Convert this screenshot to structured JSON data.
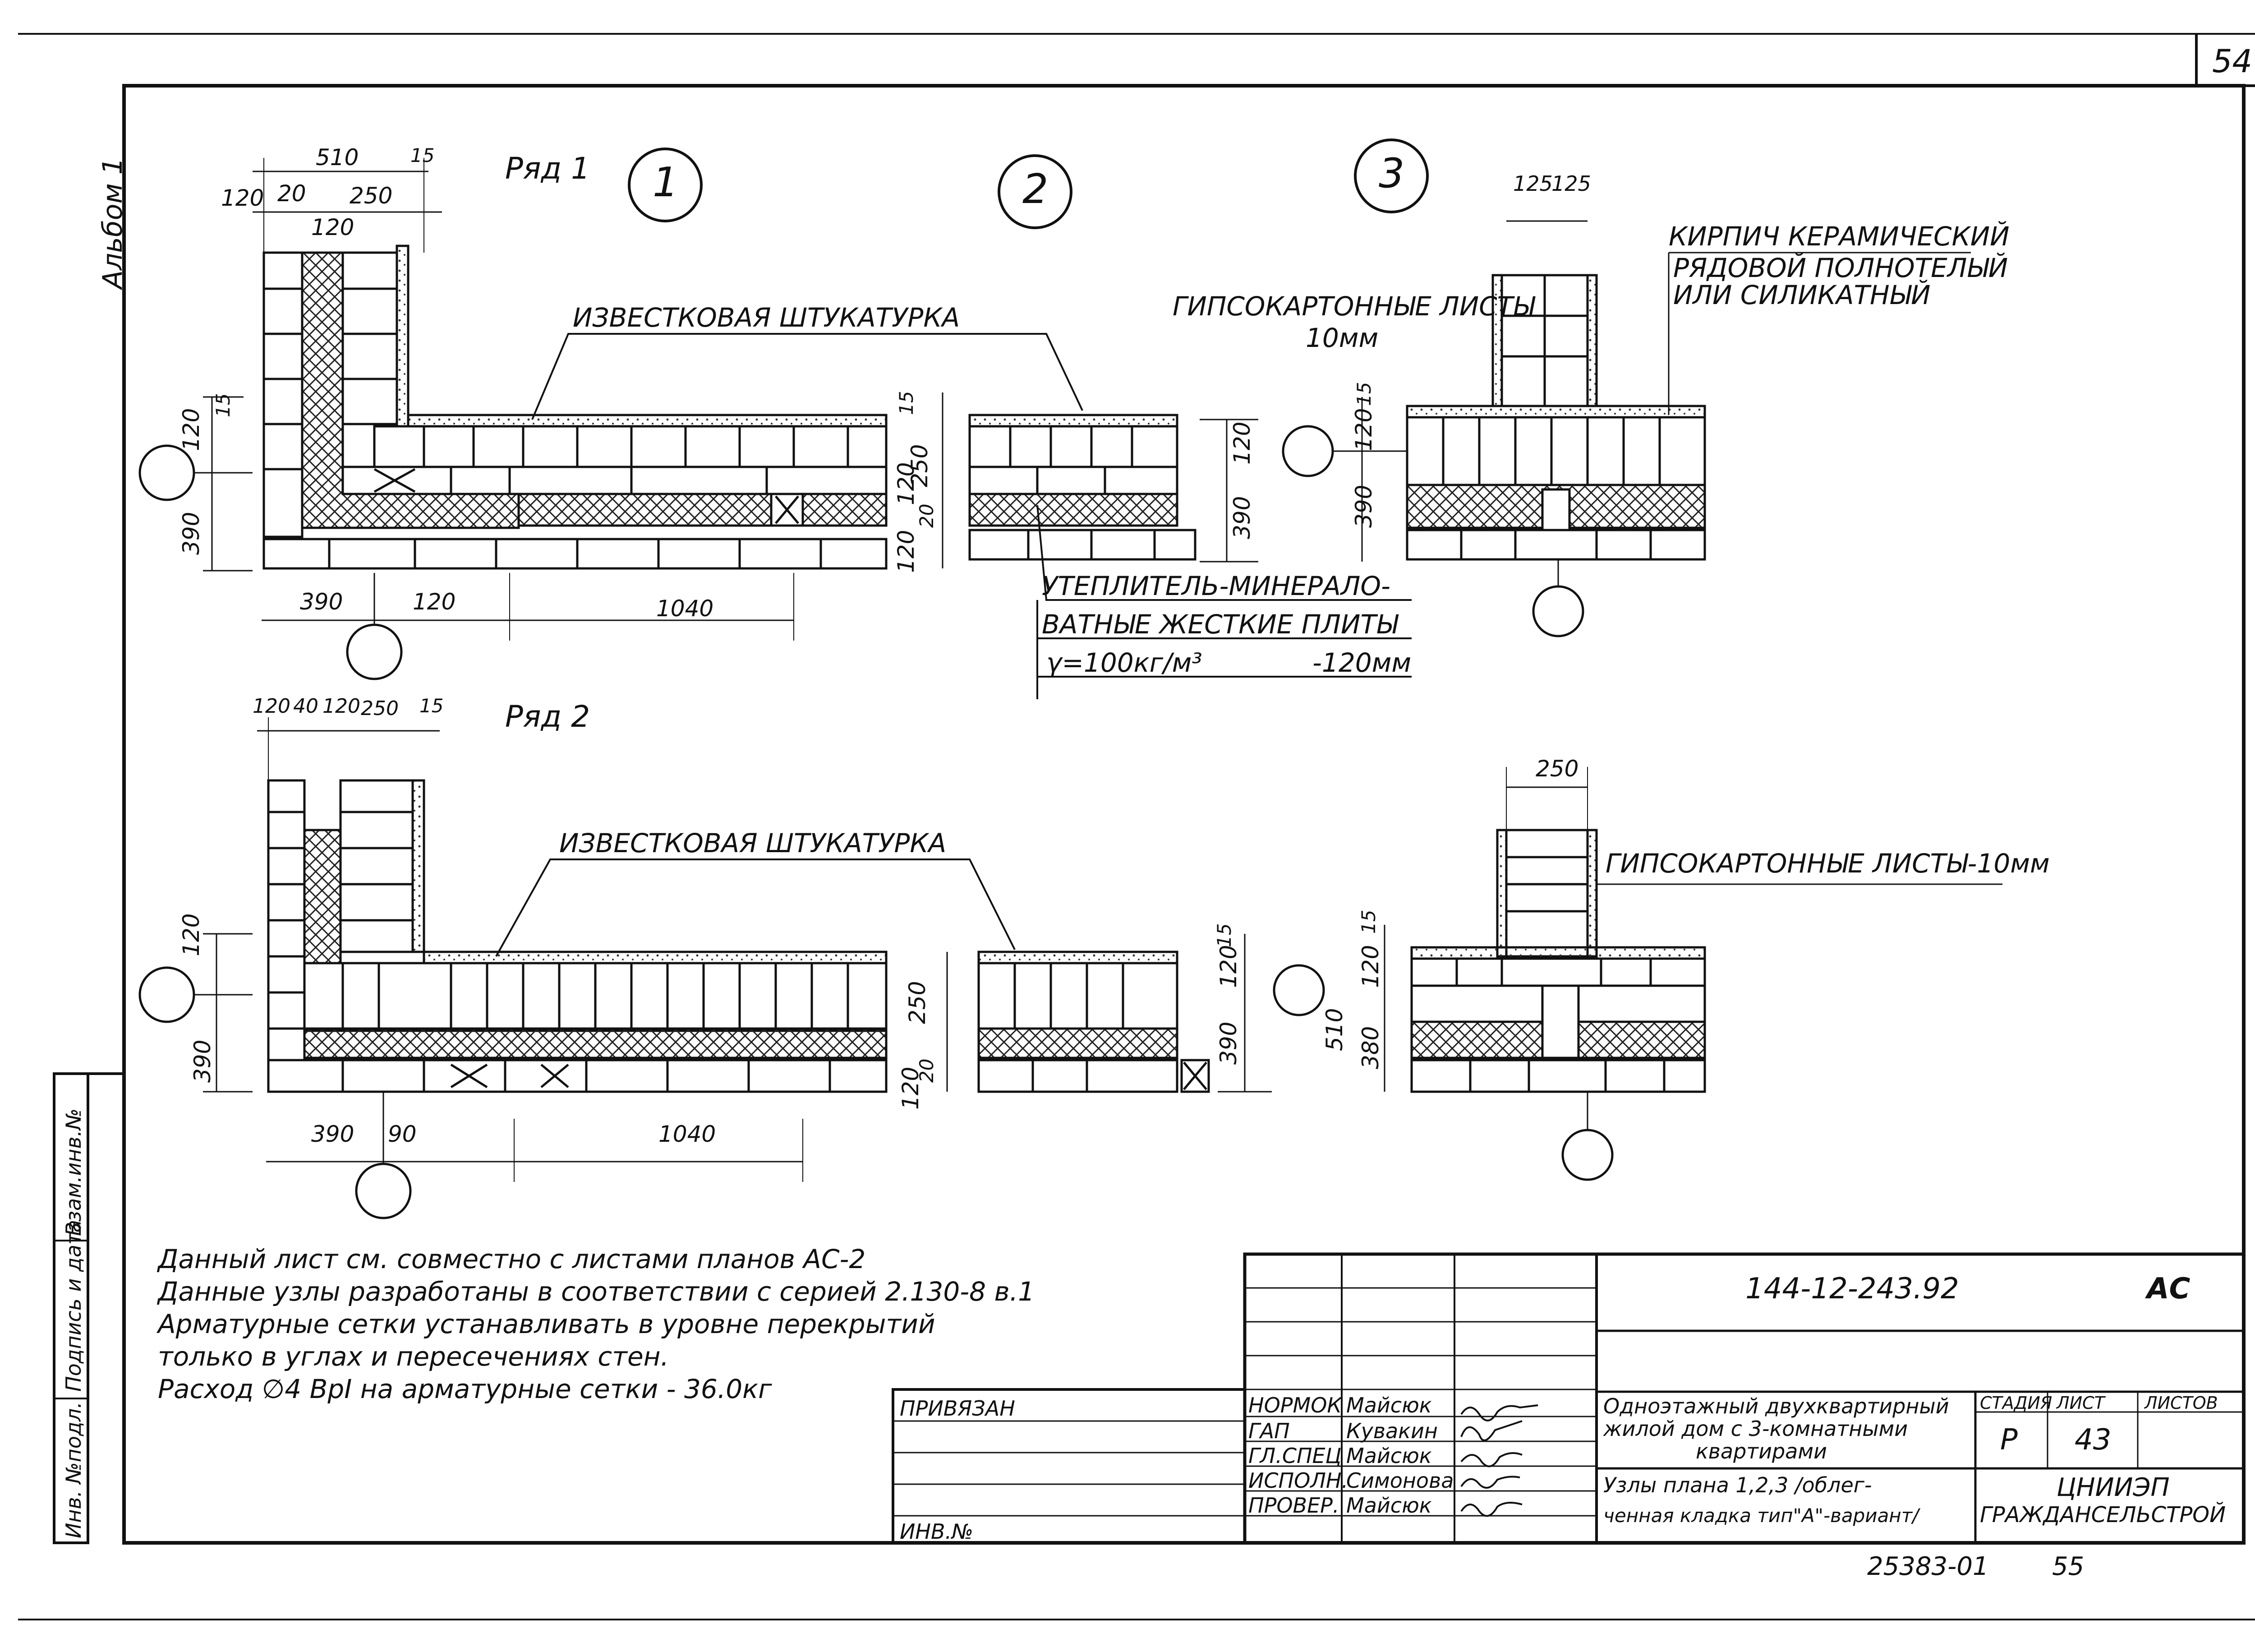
{
  "sheet": {
    "page_corner_number": "54",
    "bottom_number_left": "25383-01",
    "bottom_number_right": "55",
    "album": "Альбом 1",
    "left_stamp": {
      "inv_orig": "Инв. №подл.",
      "sign_date": "Подпись и дата",
      "vzam_inv": "Взам.инв.№"
    }
  },
  "row1": {
    "title": "Ряд 1",
    "node1": {
      "number": "1",
      "dims_top": {
        "d510": "510",
        "d15": "15",
        "d120": "120",
        "d20": "20",
        "d250": "250",
        "d120b": "120"
      },
      "dims_left": {
        "d120": "120",
        "d15": "15",
        "d390": "390"
      },
      "dims_bottom": {
        "d390": "390",
        "d120": "120",
        "d1040": "1040"
      },
      "plaster_label": "ИЗВЕСТКОВАЯ ШТУКАТУРКА"
    },
    "node2": {
      "number": "2",
      "dims_left": {
        "d15": "15",
        "d250": "250",
        "d120": "120",
        "d20": "20",
        "d120b": "120"
      },
      "dims_right": {
        "d120": "120",
        "d390": "390"
      },
      "insulation": {
        "line1": "УТЕПЛИТЕЛЬ-МИНЕРАЛО-",
        "line2": "ВАТНЫЕ ЖЕСТКИЕ ПЛИТЫ",
        "line3a": "γ=100кг/м³",
        "line3b": "-120мм"
      }
    },
    "node3": {
      "number": "3",
      "dims_top": {
        "d125a": "125",
        "d125b": "125"
      },
      "dims_left": {
        "d15": "15",
        "d120": "120",
        "d390": "390"
      },
      "gypsum_label_line1": "ГИПСОКАРТОННЫЕ ЛИСТЫ",
      "gypsum_label_line2": "10мм",
      "brick_label_line1": "КИРПИЧ КЕРАМИЧЕСКИЙ",
      "brick_label_line2": "РЯДОВОЙ ПОЛНОТЕЛЫЙ",
      "brick_label_line3": "ИЛИ СИЛИКАТНЫЙ"
    }
  },
  "row2": {
    "title": "Ряд 2",
    "node1": {
      "dims_top": {
        "d120": "120",
        "d40": "40",
        "d120b": "120",
        "d250": "250",
        "d15": "15"
      },
      "dims_left": {
        "d120": "120",
        "d390": "390"
      },
      "dims_bottom": {
        "d390": "390",
        "d90": "90",
        "d1040": "1040"
      },
      "plaster_label": "ИЗВЕСТКОВАЯ ШТУКАТУРКА"
    },
    "node2": {
      "dims_left": {
        "d250": "250",
        "d120": "120",
        "d20": "20"
      },
      "dims_right": {
        "d15": "15",
        "d120": "120",
        "d390": "390"
      }
    },
    "node3": {
      "dims_top": {
        "d250": "250"
      },
      "dims_left": {
        "d15": "15",
        "d120": "120",
        "d510": "510",
        "d380": "380"
      },
      "gypsum_label": "ГИПСОКАРТОННЫЕ ЛИСТЫ-10мм"
    }
  },
  "notes": {
    "line1": "Данный лист см. совместно с листами планов АС-2",
    "line2": "Данные узлы разработаны в соответствии с серией 2.130-8 в.1",
    "line3": "Арматурные сетки устанавливать в уровне перекрытий",
    "line4": "только в углах и пересечениях стен.",
    "line5": "Расход ∅4 ВрI на арматурные сетки - 36.0кг"
  },
  "title_block": {
    "code": "144-12-243.92",
    "mark": "АС",
    "privyazan": "ПРИВЯЗАН",
    "inv_no": "ИНВ.№",
    "roles": [
      {
        "role": "НОРМОК",
        "name": "Майсюк"
      },
      {
        "role": "ГАП",
        "name": "Кувакин"
      },
      {
        "role": "ГЛ.СПЕЦ",
        "name": "Майсюк"
      },
      {
        "role": "ИСПОЛН.",
        "name": "Симонова"
      },
      {
        "role": "ПРОВЕР.",
        "name": "Майсюк"
      }
    ],
    "project_line1": "Одноэтажный двухквартирный",
    "project_line2": "жилой дом с 3-комнатными",
    "project_line3": "квартирами",
    "sheet_title_line1": "Узлы плана 1,2,3 /облег-",
    "sheet_title_line2": "ченная кладка тип\"А\"-вариант/",
    "stage_hdr": "СТАДИЯ",
    "list_hdr": "ЛИСТ",
    "lists_hdr": "ЛИСТОВ",
    "stage": "Р",
    "list": "43",
    "org_line1": "ЦНИИЭП",
    "org_line2": "ГРАЖДАНСЕЛЬСТРОЙ"
  }
}
